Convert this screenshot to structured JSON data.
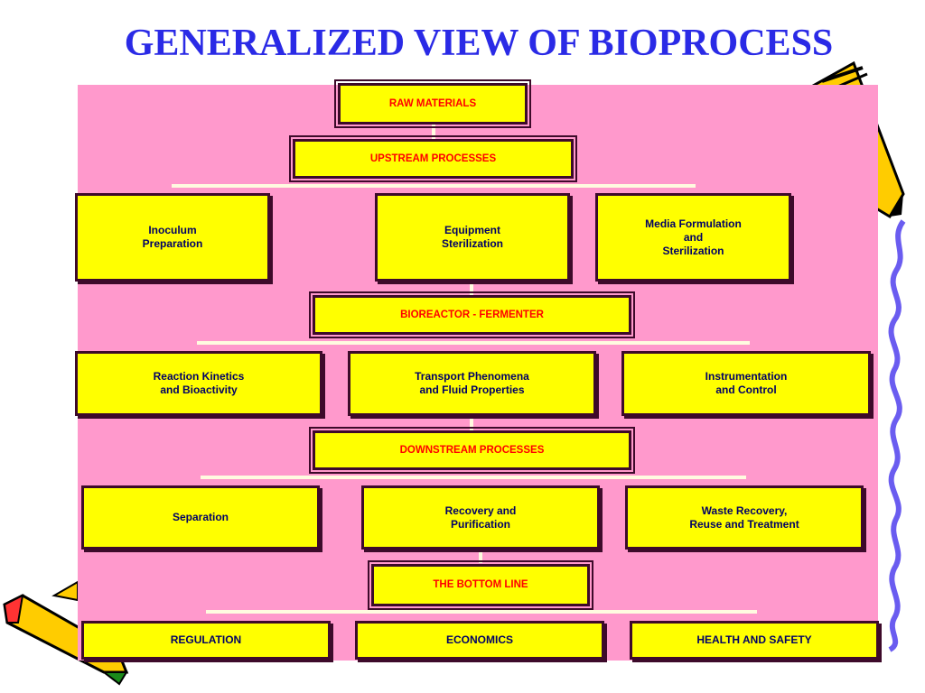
{
  "title": "GENERALIZED VIEW OF BIOPROCESS",
  "colors": {
    "title": "#2a2ae6",
    "panel": "#ff99cc",
    "box_fill": "#ffff00",
    "box_border": "#3d0a2a",
    "header_text": "#ff0000",
    "item_text": "#000066"
  },
  "raw_materials": "RAW MATERIALS",
  "upstream": {
    "label": "UPSTREAM PROCESSES",
    "items": [
      "Inoculum\nPreparation",
      "Equipment\nSterilization",
      "Media Formulation\nand\nSterilization"
    ]
  },
  "bioreactor": {
    "label": "BIOREACTOR - FERMENTER",
    "items": [
      "Reaction Kinetics\nand Bioactivity",
      "Transport Phenomena\nand Fluid Properties",
      "Instrumentation\nand Control"
    ]
  },
  "downstream": {
    "label": "DOWNSTREAM PROCESSES",
    "items": [
      "Separation",
      "Recovery and\nPurification",
      "Waste Recovery,\nReuse and Treatment"
    ]
  },
  "bottom_line": {
    "label": "THE BOTTOM LINE",
    "items": [
      "REGULATION",
      "ECONOMICS",
      "HEALTH AND SAFETY"
    ]
  },
  "decorations": [
    "pencil-icon",
    "pencil-icon",
    "squiggle-border"
  ]
}
